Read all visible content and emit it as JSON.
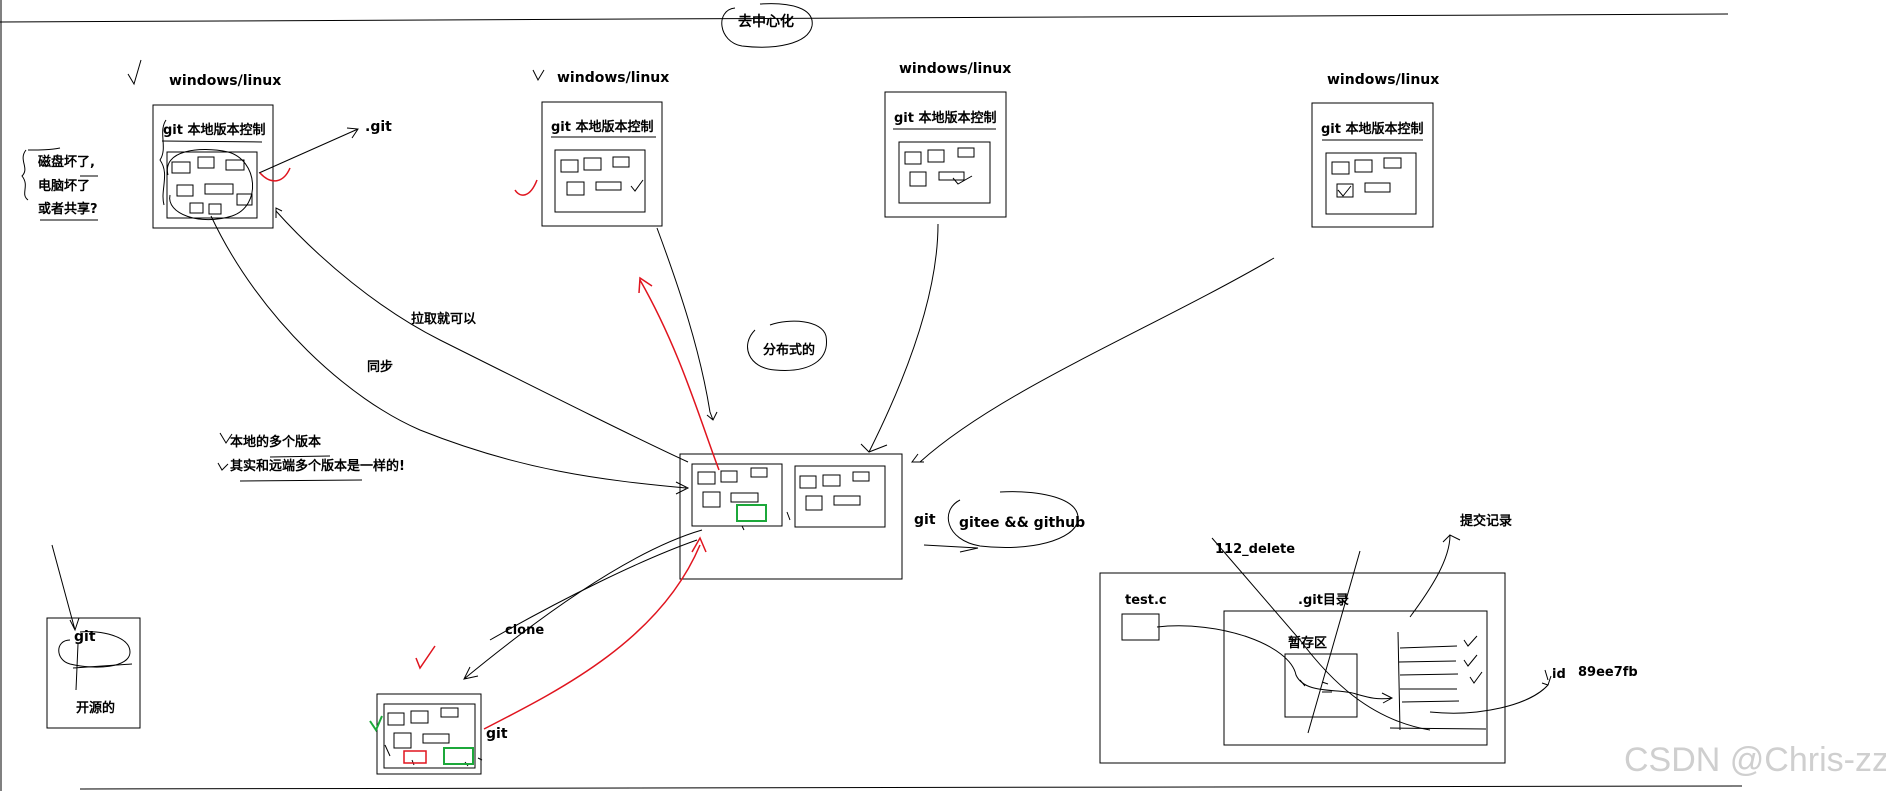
{
  "header": {
    "title": "去中心化"
  },
  "machines": [
    {
      "os_label": "windows/linux",
      "vc_label": "git 本地版本控制"
    },
    {
      "os_label": "windows/linux",
      "vc_label": "git 本地版本控制"
    },
    {
      "os_label": "windows/linux",
      "vc_label": "git 本地版本控制"
    },
    {
      "os_label": "windows/linux",
      "vc_label": "git 本地版本控制"
    }
  ],
  "notes": {
    "git_dir": ".git",
    "disk_broken": "磁盘坏了,",
    "pc_broken": "电脑坏了",
    "or_share": "或者共享?",
    "pull": "拉取就可以",
    "sync": "同步",
    "distributed": "分布式的",
    "local_versions": "本地的多个版本",
    "remote_versions": "其实和远端多个版本是一样的!",
    "open_source": "开源的",
    "clone": "clone"
  },
  "server": {
    "git_label": "git",
    "platforms": "gitee && github"
  },
  "small_boxes": {
    "git_left": "git",
    "git_bottom": "git"
  },
  "repo_detail": {
    "commit_name": "112_delete",
    "commit_record": "提交记录",
    "file": "test.c",
    "git_dir": ".git目录",
    "stage": "暂存区",
    "id_label": "id",
    "id_value": "89ee7fb"
  },
  "watermark": "CSDN @Chris-zz",
  "colors": {
    "ink": "#000000",
    "red_annotation": "#e0141e",
    "green_annotation": "#1ca83a"
  }
}
